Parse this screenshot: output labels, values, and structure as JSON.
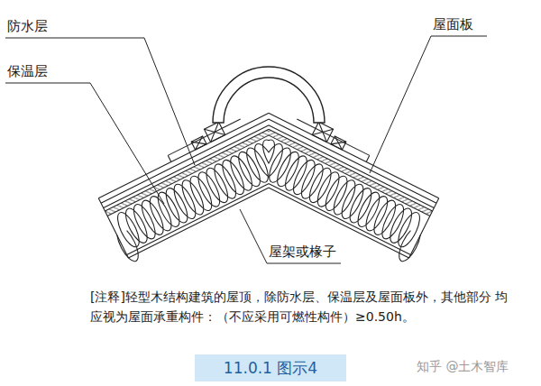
{
  "diagram": {
    "nodes": [
      {
        "text": [
          "11.0.1 图示4"
        ]
      }
    ],
    "labels": [
      "防水层",
      "保温层",
      "屋面板",
      "屋架或椽子",
      "[注释]轻型木结构建筑的屋顶，除防水层、保温层及屋面板外，其他部分 均应视为屋面承重构件：（不应采用可燃性构件）≥0.50h。",
      "知乎 @土木智库"
    ]
  }
}
